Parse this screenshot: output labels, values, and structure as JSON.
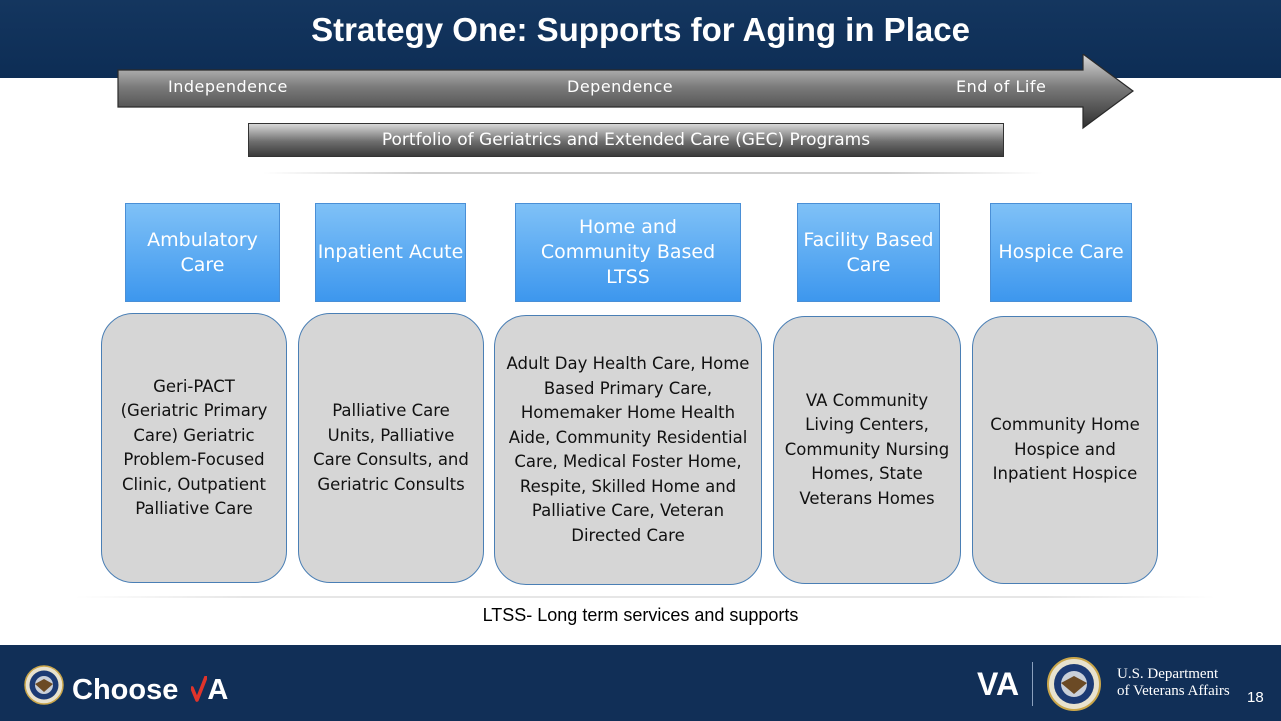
{
  "slide": {
    "title": "Strategy One: Supports for Aging in Place",
    "arrow_labels": {
      "start": "Independence",
      "middle": "Dependence",
      "end": "End of Life"
    },
    "portfolio_label": "Portfolio of Geriatrics and Extended Care (GEC) Programs",
    "categories": [
      {
        "title": "Ambulatory Care",
        "description": "Geri-PACT (Geriatric Primary Care) Geriatric Problem-Focused Clinic, Outpatient Palliative Care"
      },
      {
        "title": "Inpatient Acute",
        "description": "Palliative Care Units, Palliative Care Consults, and Geriatric Consults"
      },
      {
        "title": "Home and Community Based LTSS",
        "description": "Adult Day Health Care, Home Based Primary Care, Homemaker Home Health Aide, Community Residential Care, Medical Foster Home, Respite, Skilled Home and Palliative Care, Veteran Directed Care"
      },
      {
        "title": "Facility Based Care",
        "description": "VA Community Living Centers, Community Nursing Homes, State Veterans Homes"
      },
      {
        "title": "Hospice Care",
        "description": "Community Home Hospice and Inpatient Hospice"
      }
    ],
    "footnote": "LTSS- Long term services and supports"
  },
  "footer": {
    "brand_prefix": "Choose",
    "brand_suffix": "A",
    "va_logo_text": "VA",
    "department_line1": "U.S. Department",
    "department_line2": "of Veterans Affairs",
    "page_number": "18"
  },
  "colors": {
    "header_bg": "#14365f",
    "footer_bg": "#112f57",
    "category_box": "#4a9cf0",
    "description_box": "#d6d6d6",
    "choose_va_accent": "#e0342b"
  },
  "icons": [
    "va-seal-icon",
    "choose-va-check-icon"
  ]
}
